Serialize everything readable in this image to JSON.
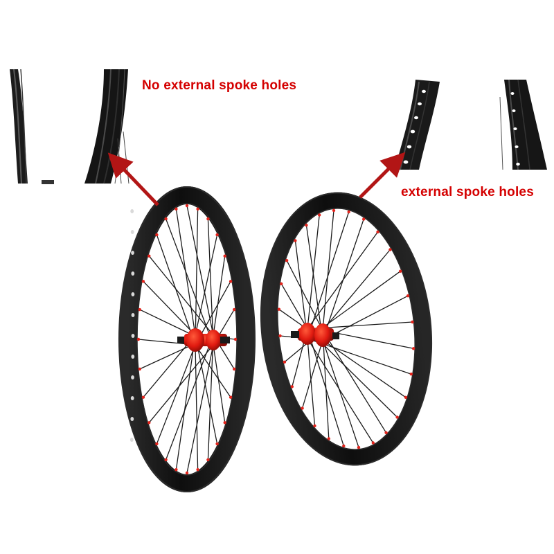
{
  "captions": {
    "no_external": "No external spoke holes",
    "external": "external spoke holes"
  },
  "colors": {
    "caption": "#d40000",
    "arrow": "#b21515",
    "rim": "#141414",
    "hub": "#e01a10",
    "spoke": "#1a1a1a",
    "nipple": "#e3231b",
    "background": "#ffffff"
  },
  "wheels": [
    {
      "name": "left-wheel",
      "spokes": 28
    },
    {
      "name": "right-wheel",
      "spokes": 28
    }
  ]
}
